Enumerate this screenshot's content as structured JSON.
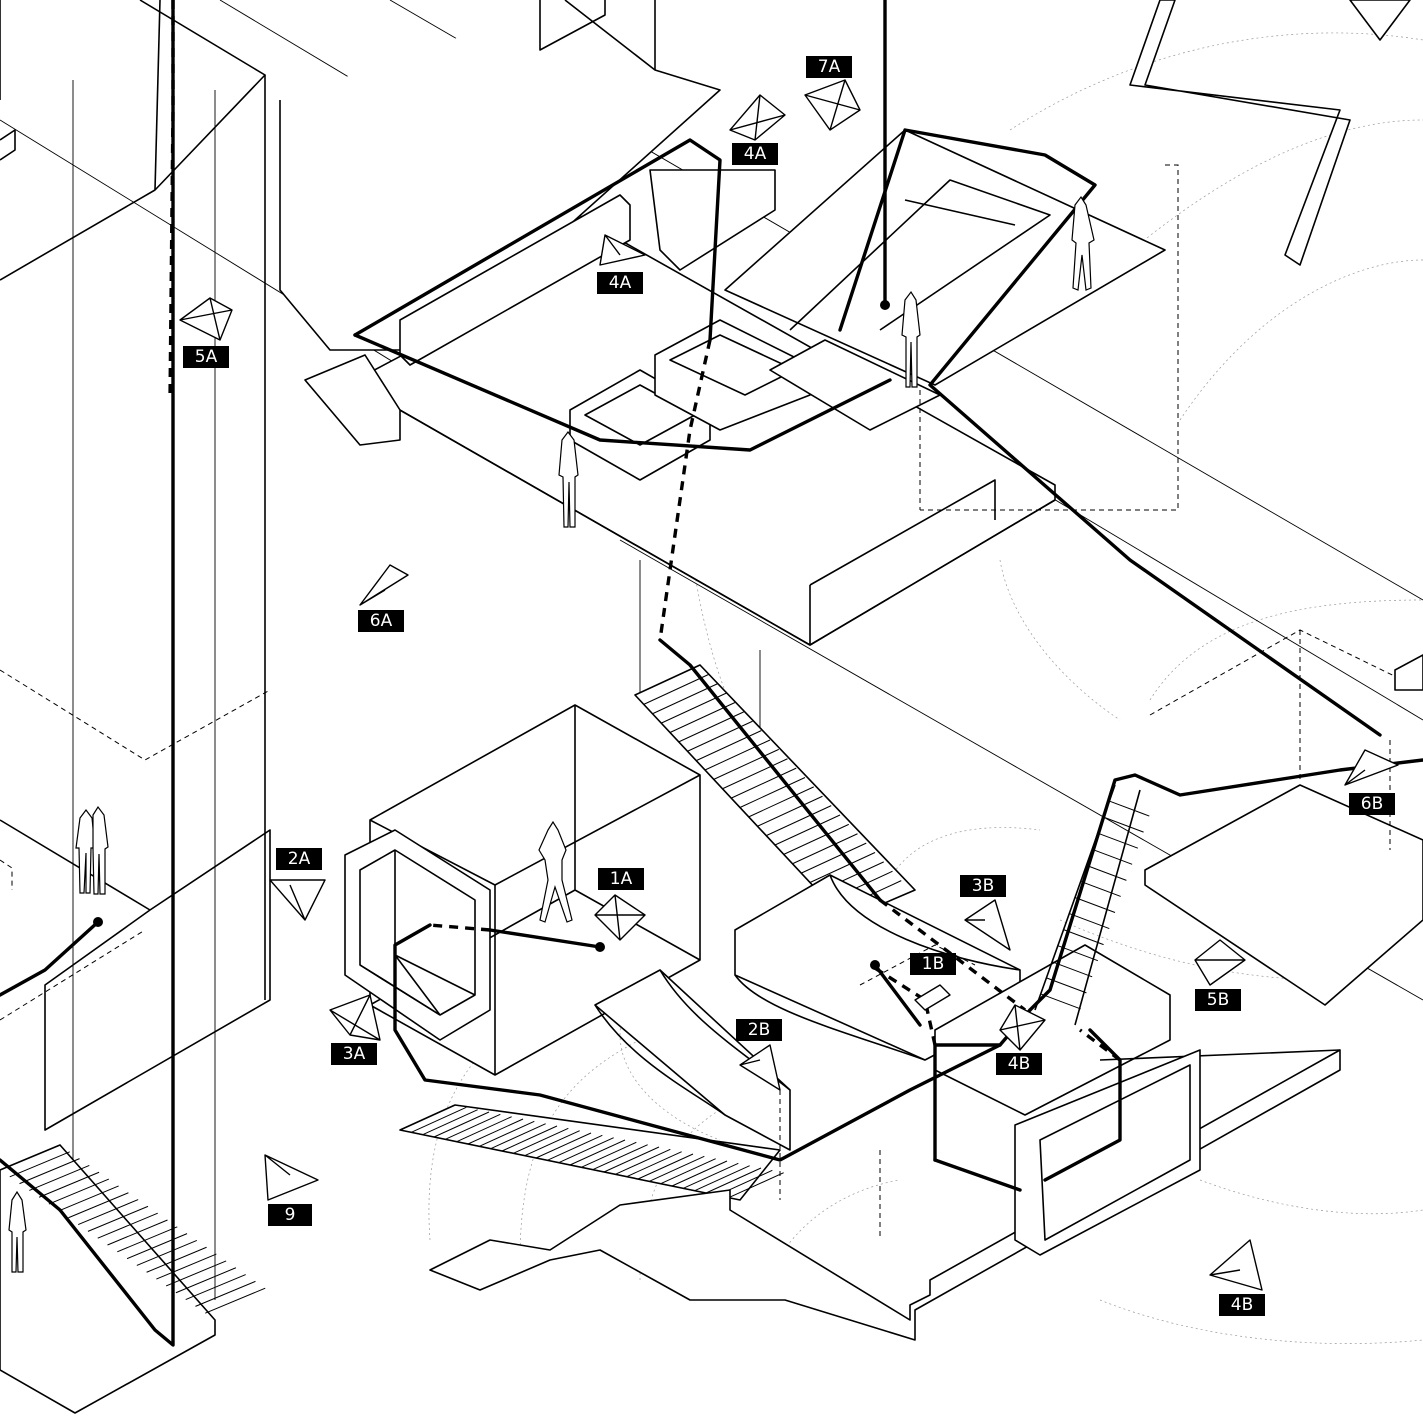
{
  "figure": {
    "view_tags": [
      {
        "id": "tag-7A",
        "label": "7A"
      },
      {
        "id": "tag-4A-top",
        "label": "4A"
      },
      {
        "id": "tag-4A",
        "label": "4A"
      },
      {
        "id": "tag-5A",
        "label": "5A"
      },
      {
        "id": "tag-6A",
        "label": "6A"
      },
      {
        "id": "tag-2A",
        "label": "2A"
      },
      {
        "id": "tag-1A",
        "label": "1A"
      },
      {
        "id": "tag-3B",
        "label": "3B"
      },
      {
        "id": "tag-1B",
        "label": "1B"
      },
      {
        "id": "tag-6B",
        "label": "6B"
      },
      {
        "id": "tag-5B",
        "label": "5B"
      },
      {
        "id": "tag-2B",
        "label": "2B"
      },
      {
        "id": "tag-4B",
        "label": "4B"
      },
      {
        "id": "tag-3A",
        "label": "3A"
      },
      {
        "id": "tag-9",
        "label": "9"
      },
      {
        "id": "tag-4B-low",
        "label": "4B"
      }
    ]
  }
}
